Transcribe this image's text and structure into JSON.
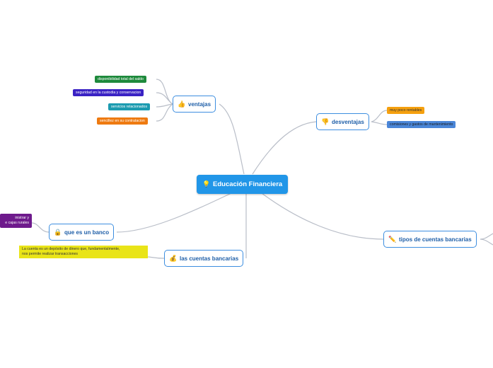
{
  "colors": {
    "root": "#2196e8",
    "main_border": "#3d8ee0",
    "green": "#1e8a3c",
    "indigo": "#3a22c4",
    "teal": "#1c9bb0",
    "orange": "#ee7a10",
    "amber": "#f5a00f",
    "blue": "#4a86d8",
    "purple": "#6e1a8c",
    "yellow": "#e9e418",
    "connector": "#b9bec8"
  },
  "root": {
    "label": "Educación Financiera",
    "icon": "lightbulb-icon"
  },
  "ventajas": {
    "label": "ventajas",
    "icon": "thumbs-up-icon",
    "items": [
      "disponibilidad total del saldo",
      "seguridad en la custodia y conservacion",
      "servicios relacionados",
      "sencillez en su contratacion"
    ]
  },
  "desventajas": {
    "label": "desventajas",
    "icon": "thumbs-down-icon",
    "items": [
      "muy poco rentables",
      "comisiones y gastos de mantenimiento"
    ]
  },
  "tipos": {
    "label": "tipos de cuentas bancarias",
    "icon": "pencil-icon"
  },
  "que_es": {
    "label": "que es un banco",
    "icon": "lock-icon",
    "note_line1": "inistrar y",
    "note_line2": "e cajas rurales"
  },
  "cuentas": {
    "label": "las cuentas bancarias",
    "icon": "money-bag-icon",
    "note_line1": "La cuenta es un depósito de dinero que, fundamentalmente,",
    "note_line2": "nos permite realizar transacciones"
  }
}
